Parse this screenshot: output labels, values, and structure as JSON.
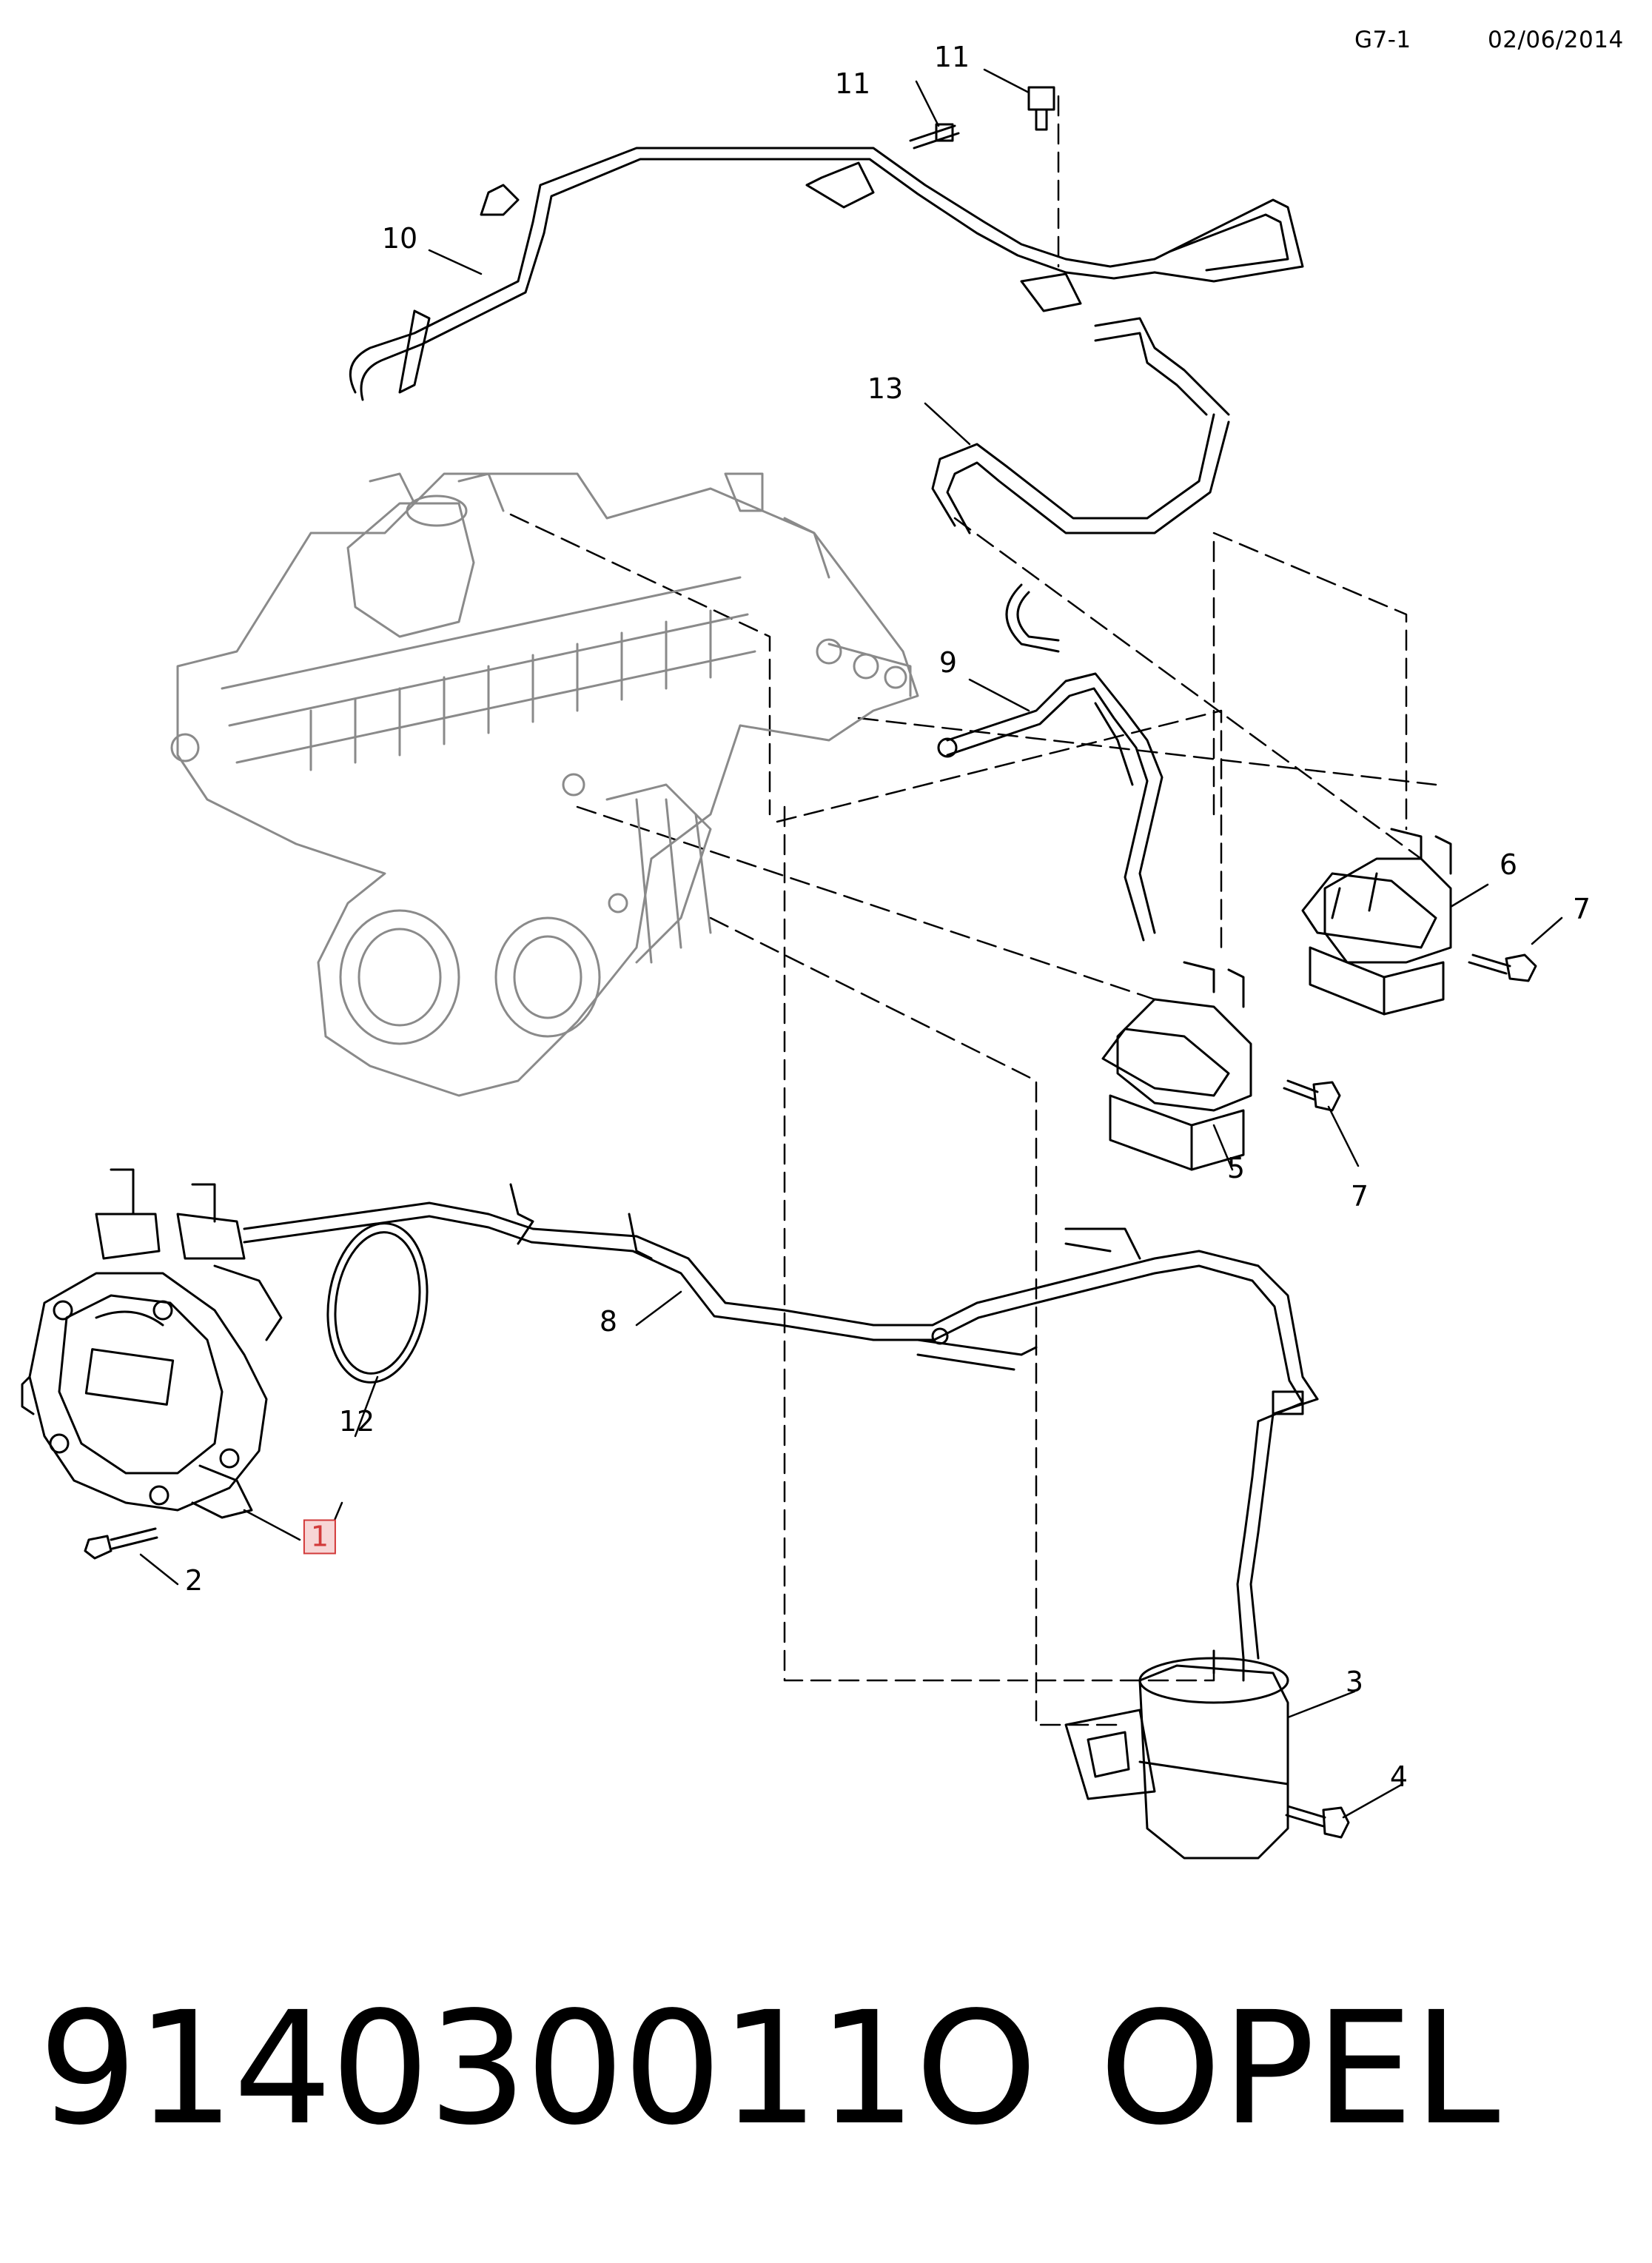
{
  "header": {
    "code": "G7-1",
    "date": "02/06/2014"
  },
  "callouts": [
    {
      "id": "c1",
      "label": "1",
      "highlighted": true
    },
    {
      "id": "c2",
      "label": "2"
    },
    {
      "id": "c3",
      "label": "3"
    },
    {
      "id": "c4",
      "label": "4"
    },
    {
      "id": "c5",
      "label": "5"
    },
    {
      "id": "c6",
      "label": "6"
    },
    {
      "id": "c7a",
      "label": "7"
    },
    {
      "id": "c7b",
      "label": "7"
    },
    {
      "id": "c8",
      "label": "8"
    },
    {
      "id": "c9",
      "label": "9"
    },
    {
      "id": "c10",
      "label": "10"
    },
    {
      "id": "c11a",
      "label": "11"
    },
    {
      "id": "c11b",
      "label": "11"
    },
    {
      "id": "c12",
      "label": "12"
    },
    {
      "id": "c13",
      "label": "13"
    }
  ],
  "footer": {
    "part_number": "914030011O",
    "brand": "OPEL"
  },
  "colors": {
    "line": "#000000",
    "highlight_border": "#d23a3a",
    "highlight_fill": "#f7d6d6",
    "component_gray": "#8a8a8a"
  }
}
